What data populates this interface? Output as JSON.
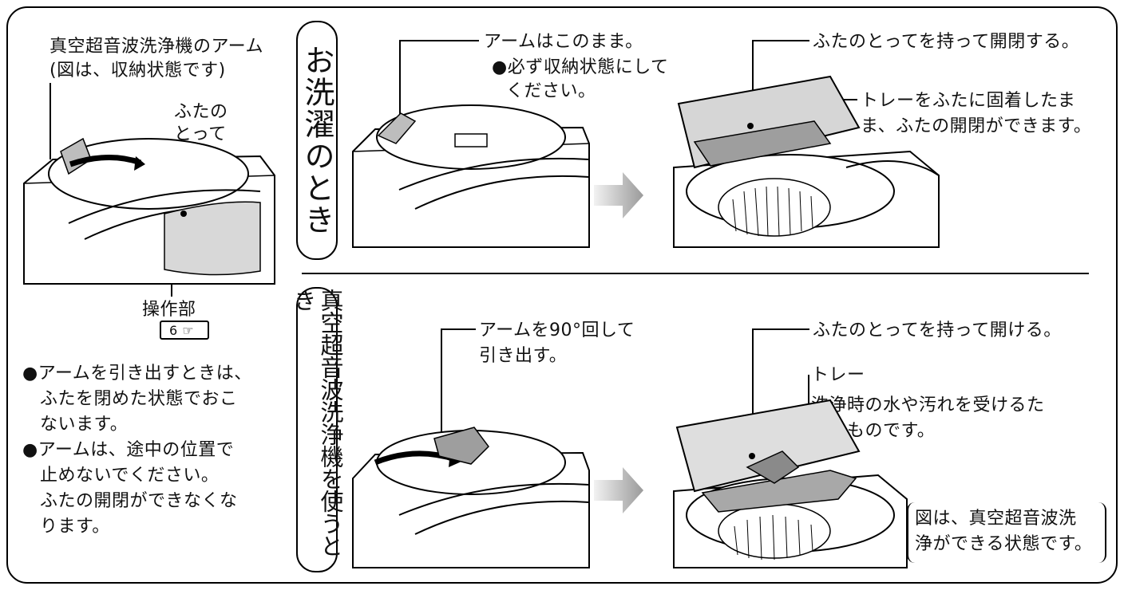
{
  "left": {
    "arm_label_line1": "真空超音波洗浄機のアーム",
    "arm_label_line2": "(図は、収納状態です)",
    "handle_label_line1": "ふたの",
    "handle_label_line2": "とって",
    "control_label": "操作部",
    "page_ref": "6",
    "notes": [
      "●アームを引き出すときは、",
      "ふたを閉めた状態でおこ",
      "ないます。",
      "●アームは、途中の位置で",
      "止めないでください。",
      "ふたの開閉ができなくな",
      "ります。"
    ]
  },
  "washing": {
    "side_label": "お洗濯のとき",
    "arm_note_line1": "アームはこのまま。",
    "arm_note_line2": "●必ず収納状態にして",
    "arm_note_line3": "ください。",
    "lid_note": "ふたのとってを持って開閉する。",
    "tray_note_line1": "トレーをふたに固着したま",
    "tray_note_line2": "ま、ふたの開閉ができます。"
  },
  "cleaner": {
    "side_label": "真空超音波洗浄機を使うとき",
    "arm_note_line1": "アームを90°回して",
    "arm_note_line2": "引き出す。",
    "lid_note": "ふたのとってを持って開ける。",
    "tray_title": "トレー",
    "tray_desc_line1": "洗浄時の水や汚れを受けるた",
    "tray_desc_line2": "めのものです。",
    "state_note_line1": "図は、真空超音波洗",
    "state_note_line2": "浄ができる状態です。"
  }
}
